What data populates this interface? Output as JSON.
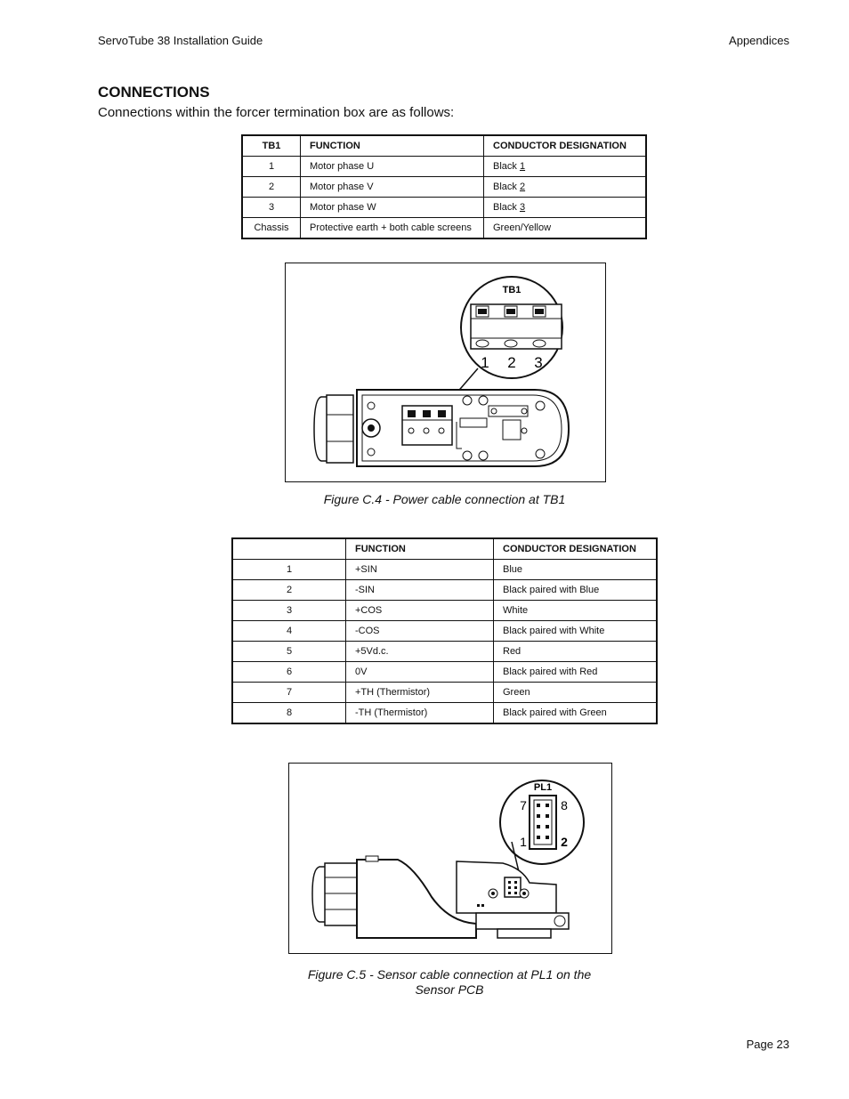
{
  "header": {
    "left": "ServoTube 38 Installation Guide",
    "right": "Appendices"
  },
  "section": {
    "title": "CONNECTIONS",
    "intro": "Connections within the forcer termination box are as follows:"
  },
  "table1": {
    "headers": [
      "TB1",
      "FUNCTION",
      "CONDUCTOR DESIGNATION"
    ],
    "rows": [
      {
        "tb1": "1",
        "function": "Motor phase U",
        "cond": "Black ",
        "num": "1"
      },
      {
        "tb1": "2",
        "function": "Motor phase V",
        "cond": "Black ",
        "num": "2"
      },
      {
        "tb1": "3",
        "function": "Motor phase W",
        "cond": "Black ",
        "num": "3"
      },
      {
        "tb1": "Chassis",
        "function": "Protective earth + both cable screens",
        "cond": "Green/Yellow",
        "num": ""
      }
    ]
  },
  "figure4": {
    "label": "TB1",
    "terminals": [
      "1",
      "2",
      "3"
    ],
    "caption": "Figure C.4 - Power cable connection at TB1"
  },
  "table2": {
    "headers": [
      "",
      "FUNCTION",
      "CONDUCTOR DESIGNATION"
    ],
    "rows": [
      {
        "pin": "1",
        "function": "+SIN",
        "cond": "Blue"
      },
      {
        "pin": "2",
        "function": "-SIN",
        "cond": "Black paired with Blue"
      },
      {
        "pin": "3",
        "function": "+COS",
        "cond": "White"
      },
      {
        "pin": "4",
        "function": "-COS",
        "cond": "Black paired with White"
      },
      {
        "pin": "5",
        "function": "+5Vd.c.",
        "cond": "Red"
      },
      {
        "pin": "6",
        "function": "0V",
        "cond": "Black paired with Red"
      },
      {
        "pin": "7",
        "function": "+TH (Thermistor)",
        "cond": "Green"
      },
      {
        "pin": "8",
        "function": "-TH (Thermistor)",
        "cond": "Black paired with Green"
      }
    ]
  },
  "figure5": {
    "label": "PL1",
    "pin_top_left": "7",
    "pin_top_right": "8",
    "pin_bottom_left": "1",
    "pin_bottom_right": "2",
    "caption_line1": "Figure C.5 - Sensor cable connection at PL1 on the",
    "caption_line2": "Sensor PCB"
  },
  "footer": {
    "page": "Page 23"
  }
}
